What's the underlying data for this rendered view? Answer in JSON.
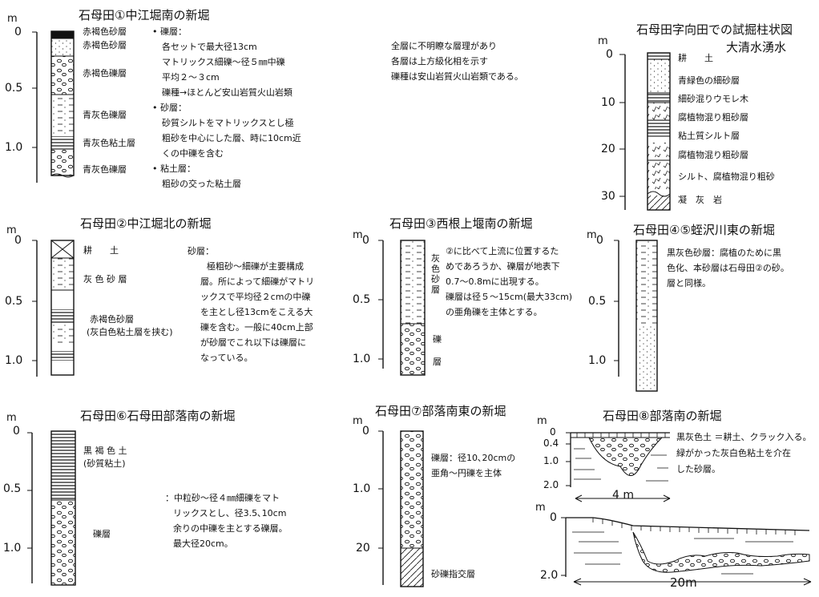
{
  "p1": {
    "title": "石母田①中江堀南の新堀",
    "unit": "m",
    "ticks": [
      "0",
      "0.5",
      "1.0"
    ],
    "layers": [
      "赤褐色砂層",
      "赤褐色砂層",
      "赤褐色礫層",
      "青灰色礫層",
      "青灰色粘土層",
      "青灰色礫層"
    ],
    "notes": [
      "• 礫層：",
      "各セットで最大径13cm",
      "マトリックス細礫～径５㎜中礫",
      "平均２～３cm",
      "礫種→ほとんど安山岩質火山岩類",
      "• 砂層：",
      "砂質シルトをマトリックスとし極",
      "粗砂を中心にした層、時に10cm近",
      "くの中礫を含む",
      "• 粘土層：",
      "粗砂の交った粘土層"
    ]
  },
  "general_note": [
    "全層に不明瞭な層理があり",
    "各層は上方級化相を示す",
    "礫種は安山岩質火山岩類である。"
  ],
  "p9": {
    "title": "石母田字向田での試掘柱状図",
    "subtitle": "大清水湧水",
    "unit": "m",
    "ticks": [
      "0",
      "10",
      "20",
      "30"
    ],
    "layers": [
      "耕　　土",
      "青緑色の細砂層",
      "細砂混りウモレ木",
      "腐植物混り粗砂層",
      "粘土質シルト層",
      "腐植物混り粗砂層",
      "シルト、腐植物混り粗砂",
      "凝　灰　岩"
    ]
  },
  "p2": {
    "title": "石母田②中江堀北の新堀",
    "unit": "m",
    "ticks": [
      "0",
      "0.5",
      "1.0"
    ],
    "layers": [
      "耕　　土",
      "灰 色 砂 層",
      "赤褐色砂層",
      "(灰白色粘土層を挟む)"
    ],
    "notes": [
      "砂層：",
      "極粗砂～細礫が主要構成",
      "層。所によって細礫がマトリ",
      "ックスで平均径２cmの中礫",
      "を主とし径13cmをこえる大",
      "礫を含む。一般に40cm上部",
      "が砂層でこれ以下は礫層に",
      "なっている。"
    ]
  },
  "p3": {
    "title": "石母田③西根上堰南の新堀",
    "unit": "m",
    "ticks": [
      "0",
      "0.5",
      "1.0"
    ],
    "layer_sand": "灰色砂層",
    "layer_gravel": "礫層",
    "notes": [
      "②に比べて上流に位置するた",
      "めであろうか、礫層が地表下",
      "0.7～0.8mに出現する。",
      "礫層は径５～15cm(最大33cm)",
      "の亜角礫を主体とする。"
    ]
  },
  "p45": {
    "title": "石母田④⑤蛭沢川東の新堀",
    "unit": "m",
    "ticks": [
      "0",
      "0.5",
      "1.0"
    ],
    "notes": [
      "黒灰色砂層：腐植のために黒",
      "色化、本砂層は石母田②の砂。",
      "層と同様。"
    ]
  },
  "p6": {
    "title": "石母田⑥石母田部落南の新堀",
    "unit": "m",
    "ticks": [
      "0",
      "0.5",
      "1.0"
    ],
    "layer_top": [
      "黒 褐 色 土",
      "(砂質粘土)"
    ],
    "layer_gravel": "礫層",
    "notes": [
      "：中粒砂～径４㎜細礫をマト",
      "リックスとし、径3.5､10cm",
      "余りの中礫を主とする礫層。",
      "最大径20cm。"
    ]
  },
  "p7": {
    "title": "石母田⑦部落南東の新堀",
    "unit": "m",
    "ticks": [
      "0",
      "1.0",
      "20"
    ],
    "notes": [
      "礫層：径10､20cmの",
      "亜角～円礫を主体"
    ],
    "bottom_layer": "砂礫指交層"
  },
  "p8": {
    "title": "石母田⑧部落南の新堀",
    "unit": "m",
    "ticks_top": [
      "0",
      "0.4",
      "1.0",
      "2.0"
    ],
    "scale_top": "4 m",
    "notes": [
      "黒灰色土 ＝耕土、クラック入る。",
      "緑がかった灰白色粘土を介在",
      "した砂層。"
    ],
    "ticks_bottom": [
      "0",
      "2.0"
    ],
    "scale_bottom": "20m"
  }
}
